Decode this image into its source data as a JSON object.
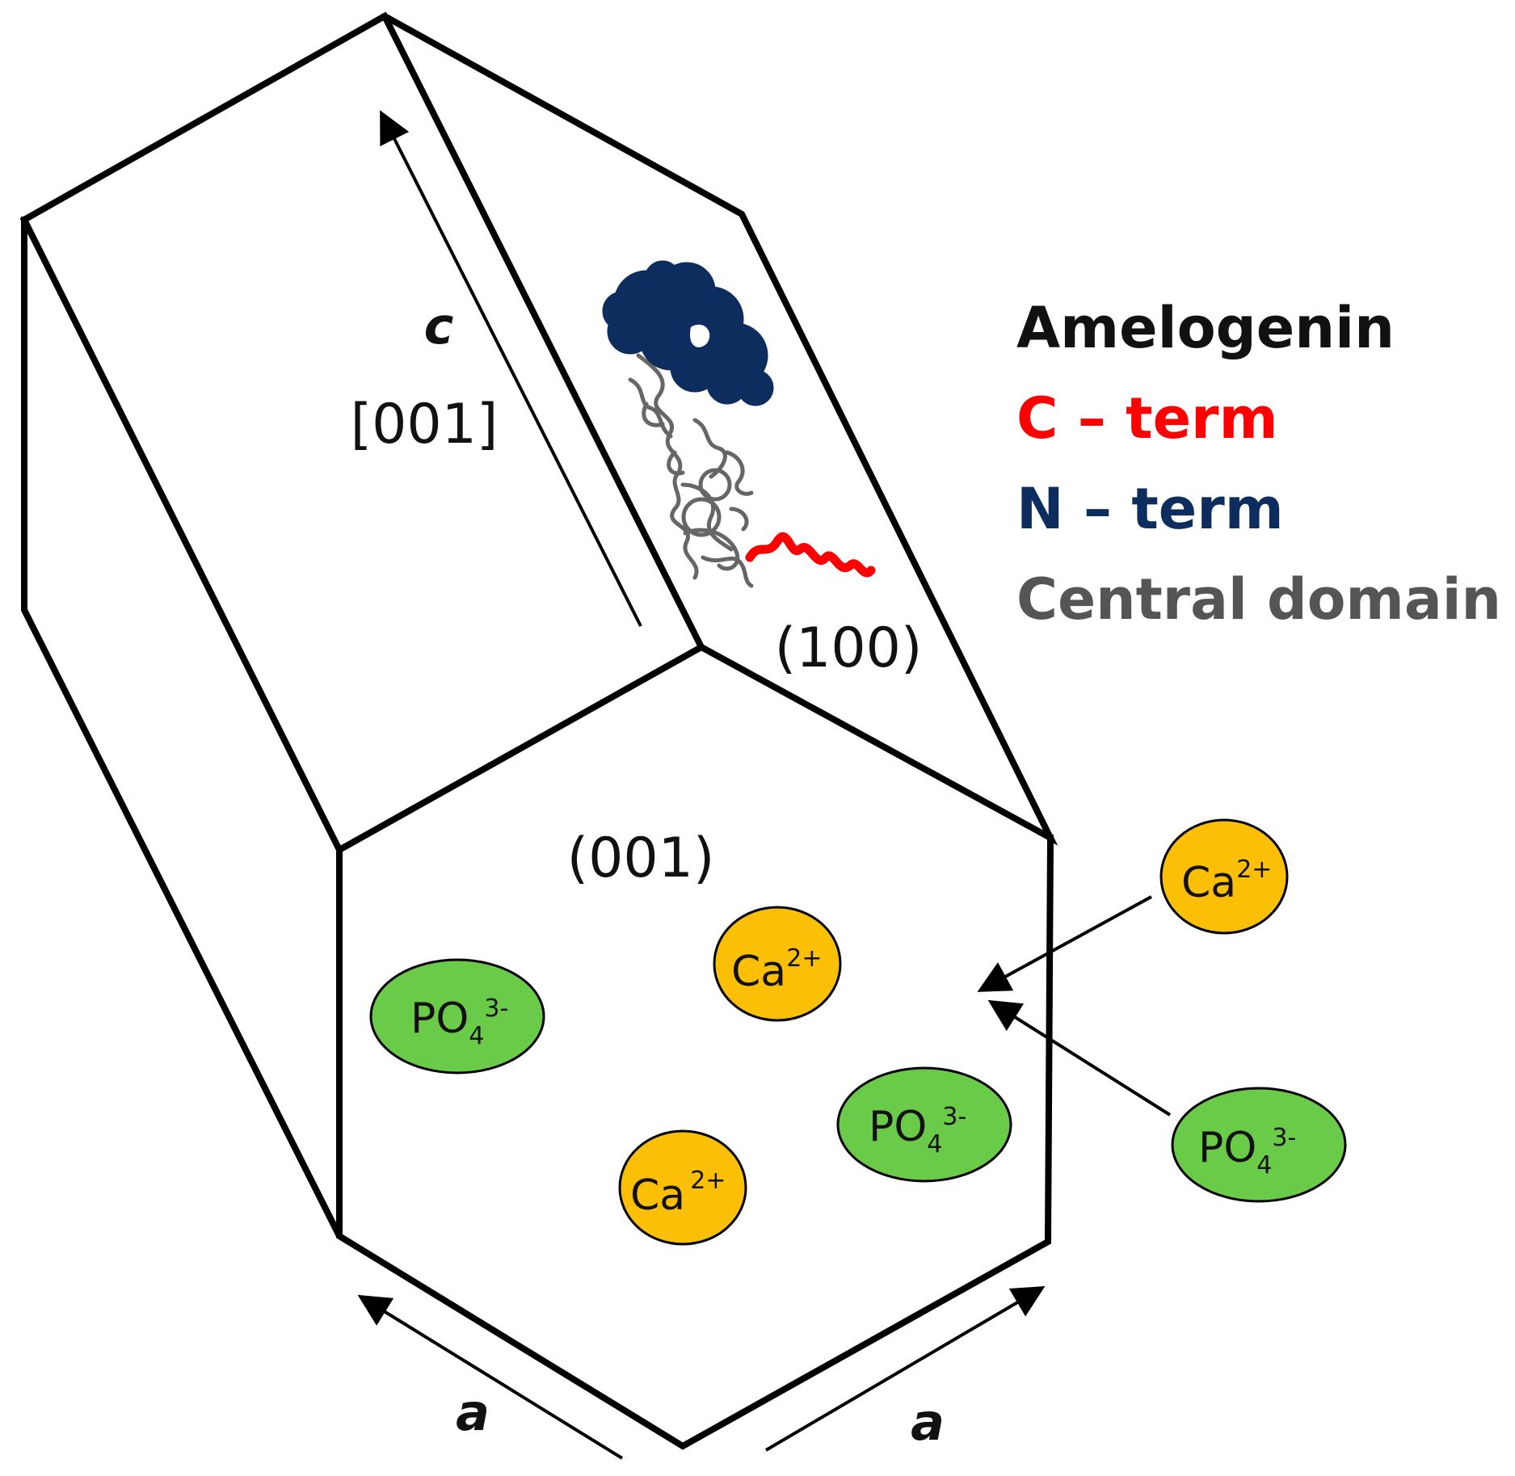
{
  "axes": {
    "c_label": "c",
    "c_index": "[001]",
    "a_left_label": "a",
    "a_right_label": "a"
  },
  "faces": {
    "face_100": "(100)",
    "face_001": "(001)"
  },
  "legend": {
    "title": "Amelogenin",
    "c_term": "C – term",
    "n_term": "N – term",
    "central": "Central domain"
  },
  "ions": {
    "calcium_base": "Ca",
    "calcium_charge": "2+",
    "phosphate_base": "PO",
    "phosphate_sub": "4",
    "phosphate_charge": "3-"
  },
  "colors": {
    "c_term": "#ff0000",
    "n_term": "#0d2d5e",
    "central": "#555555",
    "legend_title": "#111111",
    "calcium_fill": "#fbbf05",
    "phosphate_fill": "#6acb48"
  }
}
